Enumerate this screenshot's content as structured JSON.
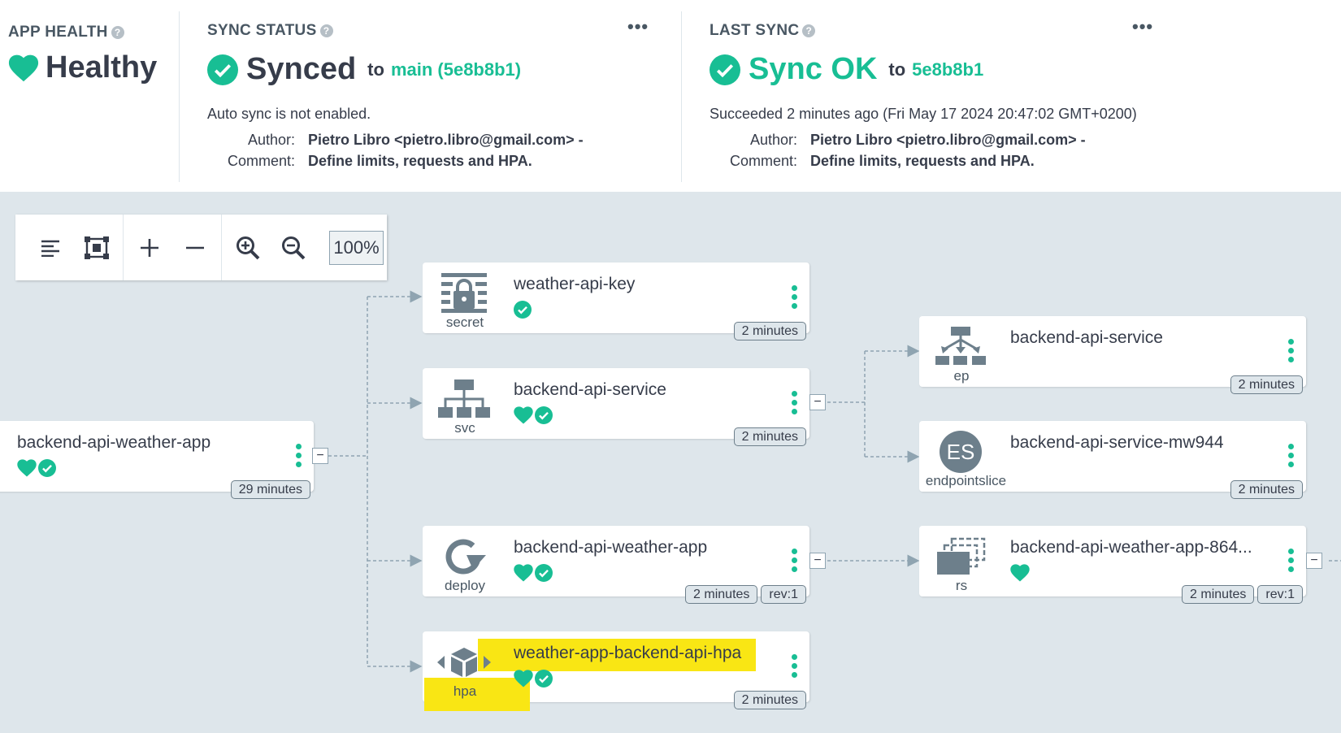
{
  "app_health": {
    "title": "APP HEALTH",
    "status": "Healthy"
  },
  "sync_status": {
    "title": "SYNC STATUS",
    "status": "Synced",
    "to_label": "to",
    "revision": "main (5e8b8b1)",
    "auto_sync": "Auto sync is not enabled.",
    "author_label": "Author:",
    "author": "Pietro Libro <pietro.libro@gmail.com> -",
    "comment_label": "Comment:",
    "comment": "Define limits, requests and HPA."
  },
  "last_sync": {
    "title": "LAST SYNC",
    "status": "Sync OK",
    "to_label": "to",
    "revision": "5e8b8b1",
    "succeeded": "Succeeded 2 minutes ago (Fri May 17 2024 20:47:02 GMT+0200)",
    "author_label": "Author:",
    "author": "Pietro Libro <pietro.libro@gmail.com> -",
    "comment_label": "Comment:",
    "comment": "Define limits, requests and HPA."
  },
  "toolbar": {
    "zoom": "100%"
  },
  "nodes": {
    "root": {
      "name": "backend-api-weather-app",
      "age": "29 minutes"
    },
    "secret": {
      "name": "weather-api-key",
      "kind": "secret",
      "age": "2 minutes"
    },
    "svc": {
      "name": "backend-api-service",
      "kind": "svc",
      "age": "2 minutes"
    },
    "deploy": {
      "name": "backend-api-weather-app",
      "kind": "deploy",
      "age": "2 minutes",
      "rev": "rev:1"
    },
    "hpa": {
      "name": "weather-app-backend-api-hpa",
      "kind": "hpa",
      "age": "2 minutes"
    },
    "ep": {
      "name": "backend-api-service",
      "kind": "ep",
      "age": "2 minutes"
    },
    "endpointslice": {
      "name": "backend-api-service-mw944",
      "kind": "endpointslice",
      "icon_text": "ES",
      "age": "2 minutes"
    },
    "rs": {
      "name": "backend-api-weather-app-864...",
      "kind": "rs",
      "age": "2 minutes",
      "rev": "rev:1"
    }
  },
  "colors": {
    "healthy": "#18be94",
    "synced": "#18be94",
    "highlight": "#f9e614",
    "graph_bg": "#dee6eb"
  }
}
